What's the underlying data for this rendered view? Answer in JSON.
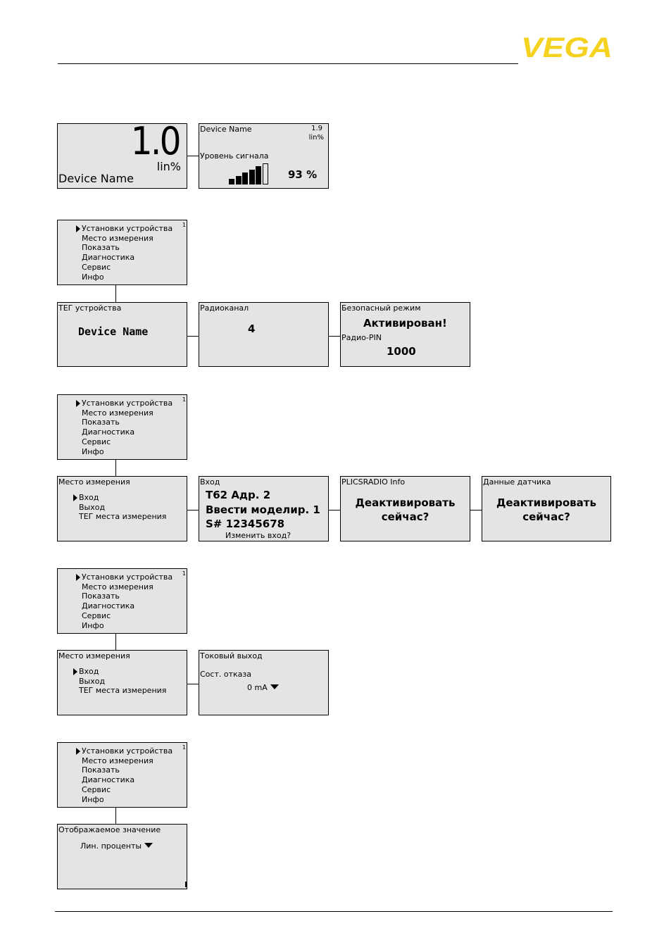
{
  "header": {
    "logo_text": "VEGA",
    "logo_color": "#F4D21F"
  },
  "screens": {
    "main_value": {
      "value": "1.0",
      "unit": "lin%",
      "device_name": "Device Name"
    },
    "signal": {
      "device_name": "Device Name",
      "value": "1.9",
      "unit": "lin%",
      "label": "Уровень сигнала",
      "percent": "93 %",
      "bars_filled": 5,
      "bars_total": 6
    },
    "menu": {
      "items": [
        "Установки устройства",
        "Место измерения",
        "Показать",
        "Диагностика",
        "Сервис",
        "Инфо"
      ],
      "superscript": "1"
    },
    "device_tag": {
      "caption": "ТЕГ устройства",
      "value": "Device Name"
    },
    "radio_channel": {
      "caption": "Радиоканал",
      "value": "4"
    },
    "safe_mode": {
      "caption": "Безопасный режим",
      "status": "Активирован!",
      "pin_label": "Радио-PIN",
      "pin": "1000"
    },
    "meas_place": {
      "caption": "Место измерения",
      "items": [
        "Вход",
        "Выход",
        "ТЕГ места измерения"
      ]
    },
    "input": {
      "caption": "Вход",
      "line1": "T62 Адр.  2",
      "line2": "Ввести моделир. 1",
      "line3": "S# 12345678",
      "prompt": "Изменить вход?"
    },
    "plicsradio": {
      "caption": "PLICSRADIO Info",
      "line1": "Деактивировать",
      "line2": "сейчас?"
    },
    "sensor_data": {
      "caption": "Данные датчика",
      "line1": "Деактивировать",
      "line2": "сейчас?"
    },
    "current_out": {
      "caption": "Токовый выход",
      "label": "Сост. отказа",
      "value": "0 mA"
    },
    "display_value": {
      "caption": "Отображаемое значение",
      "value": "Лин. проценты"
    }
  }
}
